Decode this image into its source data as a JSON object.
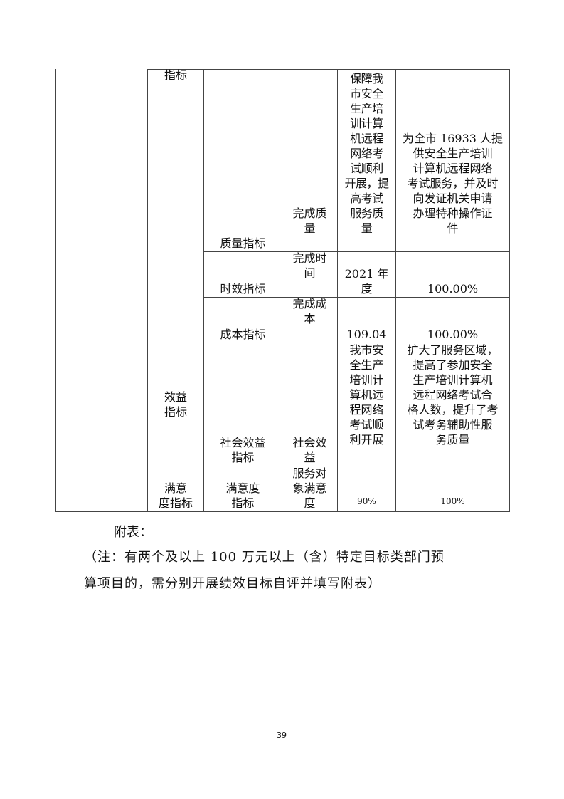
{
  "table": {
    "col1_top": "指标",
    "quality": {
      "sub": "质量指标",
      "indicator": "完成质\n量",
      "target": "保障我\n市安全\n生产培\n训计算\n机远程\n网络考\n试顺利\n开展，提\n高考试\n服务质\n量",
      "actual": "为全市 16933 人提\n供安全生产培训\n计算机远程网络\n考试服务，并及时\n向发证机关申请\n办理特种操作证\n件"
    },
    "timeliness": {
      "sub": "时效指标",
      "indicator": "完成时\n间",
      "target": "2021 年\n度",
      "actual": "100.00%"
    },
    "cost": {
      "sub": "成本指标",
      "indicator": "完成成\n本",
      "target": "109.04",
      "actual": "100.00%"
    },
    "benefit": {
      "category": "效益\n指标",
      "sub": "社会效益\n指标",
      "indicator": "社会效\n益",
      "target": "我市安\n全生产\n培训计\n算机远\n程网络\n考试顺\n利开展",
      "actual": "扩大了服务区域，\n提高了参加安全\n生产培训计算机\n远程网络考试合\n格人数，提升了考\n试考务辅助性服\n务质量"
    },
    "satisfaction": {
      "category": "满意\n度指标",
      "sub": "满意度\n指标",
      "indicator": "服务对\n象满意\n度",
      "target": "90%",
      "actual": "100%"
    }
  },
  "appendix_label": "附表：",
  "note_line1": "（注：有两个及以上 100 万元以上（含）特定目标类部门预",
  "note_line2": "算项目的，需分别开展绩效目标自评并填写附表）",
  "page_number": "39"
}
